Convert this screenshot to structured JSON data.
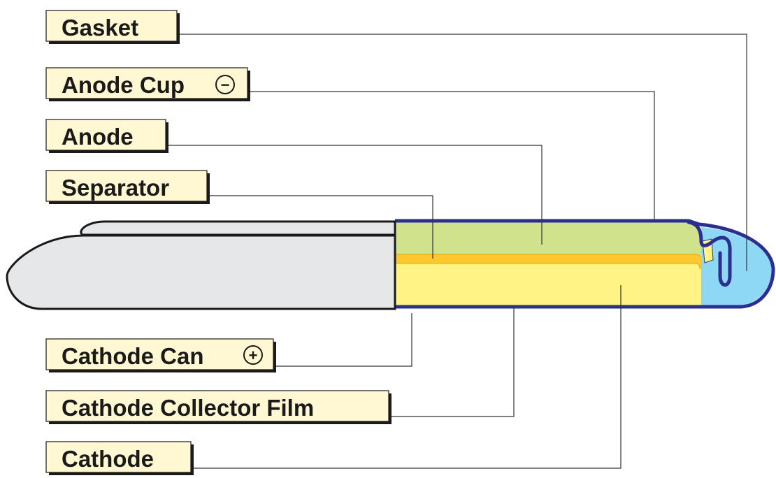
{
  "labels": {
    "gasket": "Gasket",
    "anode_cup": "Anode Cup",
    "anode_cup_sign": "−",
    "anode": "Anode",
    "separator": "Separator",
    "cathode_can": "Cathode Can",
    "cathode_can_sign": "+",
    "cathode_collector_film": "Cathode Collector Film",
    "cathode": "Cathode"
  },
  "colors": {
    "label_fill": "#fff8d2",
    "battery_shell": "#e6e7e8",
    "anode": "#d1e28c",
    "separator": "#fdc82f",
    "cathode": "#fff385",
    "gasket": "#8fd8f5",
    "outline_blue": "#2b2f8f"
  }
}
